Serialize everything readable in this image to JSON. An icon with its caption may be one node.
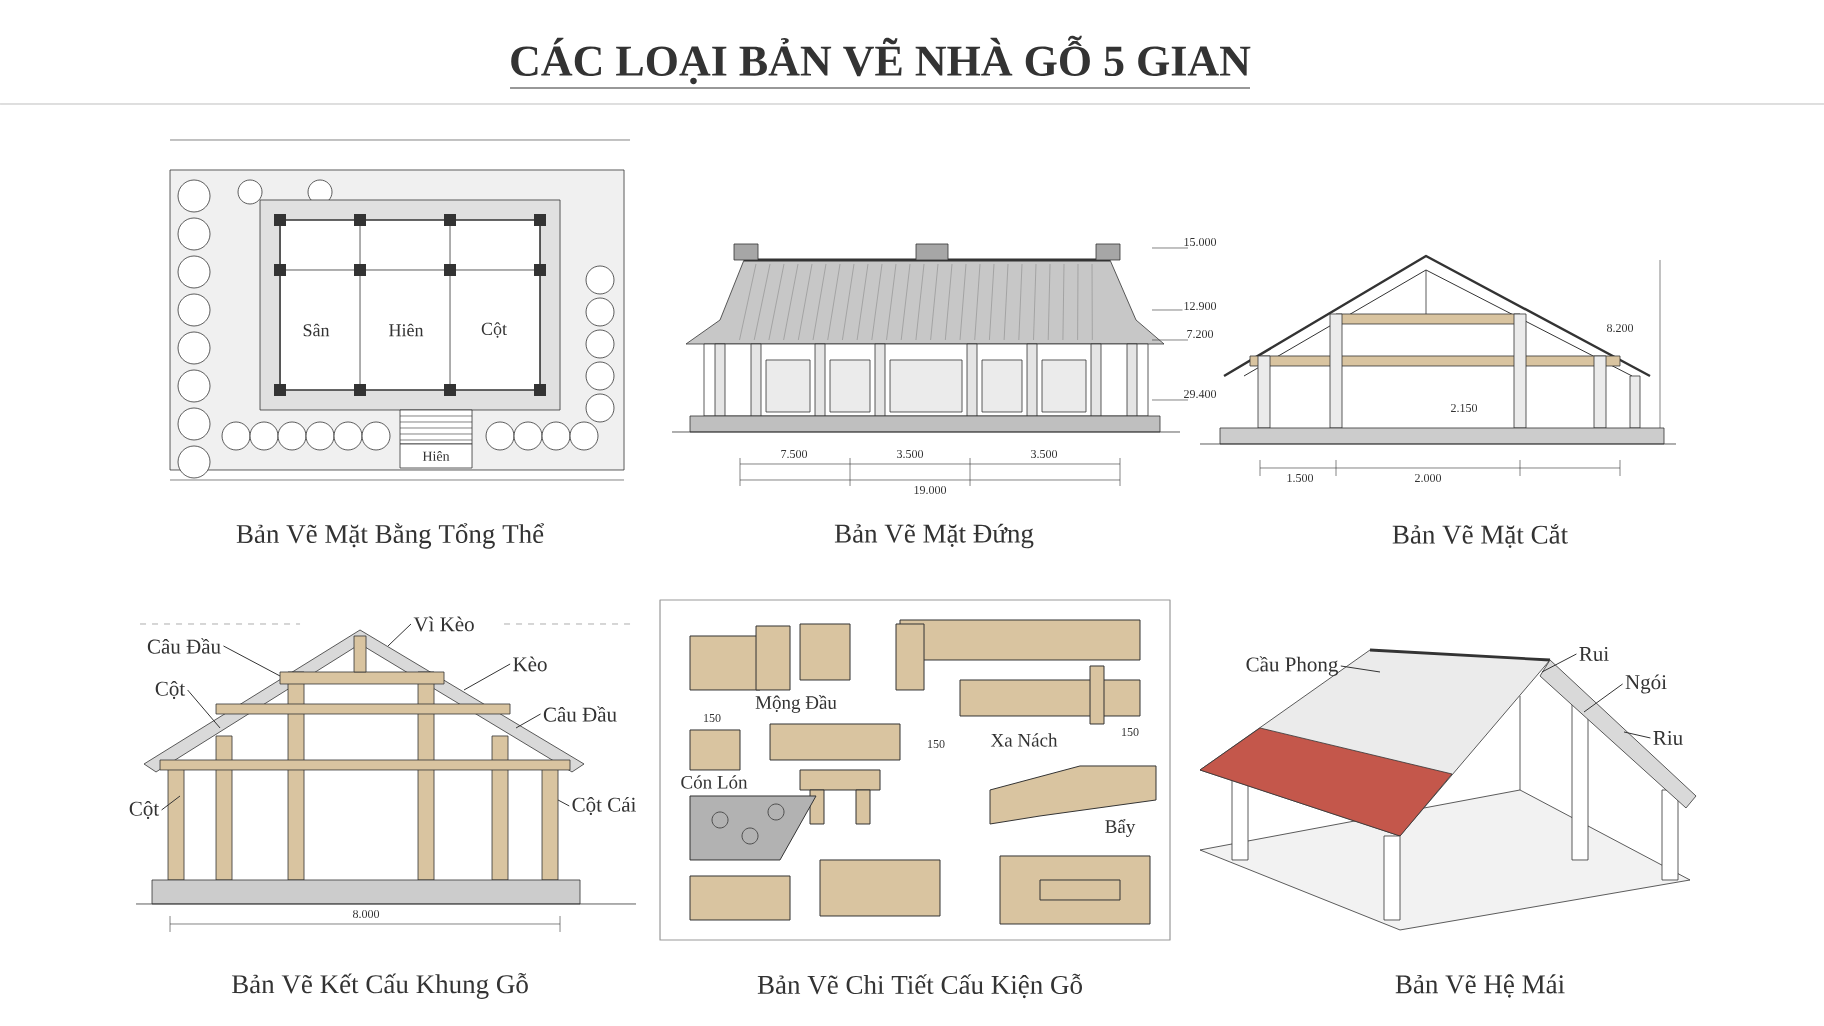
{
  "diagram": {
    "title": "CÁC LOẠI BẢN VẼ NHÀ GỖ 5 GIAN",
    "nodes": [
      {
        "text": [
          "Bản Vẽ Mặt Bằng Tổng Thể"
        ]
      },
      {
        "text": [
          "Bản Vẽ Mặt Đứng"
        ]
      },
      {
        "text": [
          "Bản Vẽ Mặt Cắt"
        ]
      },
      {
        "text": [
          "Bản Vẽ Kết Cấu Khung Gỗ"
        ]
      },
      {
        "text": [
          "Bản Vẽ Chi Tiết Cấu Kiện Gỗ"
        ]
      },
      {
        "text": [
          "Bản Vẽ Hệ Mái"
        ]
      },
      {
        "text": [
          "Vì Kèo"
        ],
        "in": 3
      },
      {
        "text": [
          "Câu Đầu"
        ],
        "in": 3
      },
      {
        "text": [
          "Kèo"
        ],
        "in": 3
      },
      {
        "text": [
          "Cột"
        ],
        "in": 3
      },
      {
        "text": [
          "Câu Đầu"
        ],
        "in": 3
      },
      {
        "text": [
          "Cột"
        ],
        "in": 3
      },
      {
        "text": [
          "Cột Cái"
        ],
        "in": 3
      },
      {
        "text": [
          "Cầu Phong"
        ],
        "in": 5
      },
      {
        "text": [
          "Rui"
        ],
        "in": 5
      },
      {
        "text": [
          "Ngói"
        ],
        "in": 5
      },
      {
        "text": [
          "Riu"
        ],
        "in": 5
      }
    ],
    "edges": [
      {
        "from": 6,
        "to": null,
        "arrow": "none"
      },
      {
        "from": 7,
        "to": null,
        "arrow": "none"
      },
      {
        "from": 8,
        "to": null,
        "arrow": "none"
      },
      {
        "from": 9,
        "to": null,
        "arrow": "none"
      },
      {
        "from": 10,
        "to": null,
        "arrow": "none"
      },
      {
        "from": 11,
        "to": null,
        "arrow": "none"
      },
      {
        "from": 12,
        "to": null,
        "arrow": "none"
      },
      {
        "from": 13,
        "to": null,
        "arrow": "none"
      },
      {
        "from": 14,
        "to": null,
        "arrow": "none"
      },
      {
        "from": 15,
        "to": null,
        "arrow": "none"
      },
      {
        "from": 16,
        "to": null,
        "arrow": "none"
      }
    ],
    "labels": [
      "Sân",
      "Hiên",
      "Cột",
      "Hiên",
      "15.000",
      "12.900",
      "7.200",
      "29.400",
      "7.500",
      "3.500",
      "3.500",
      "19.000",
      "8.200",
      "2.150",
      "1.500",
      "2.000",
      "8.000",
      "150",
      "Mộng Đầu",
      "150",
      "Xa Nách",
      "150",
      "Cón Lón",
      "Bẩy"
    ]
  }
}
